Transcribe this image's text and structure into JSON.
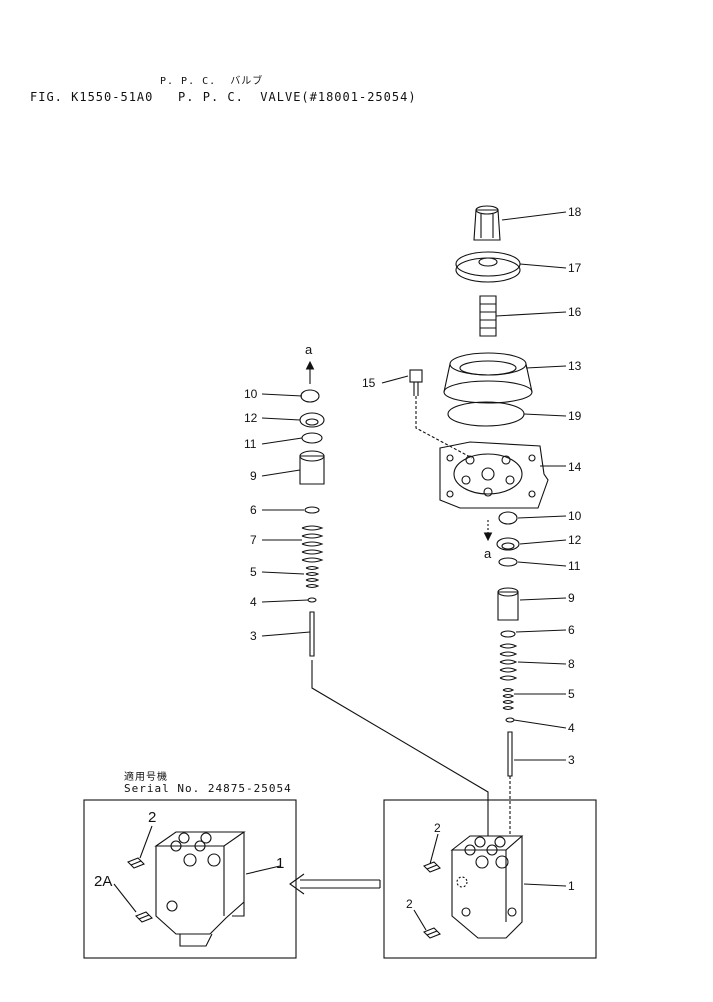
{
  "header": {
    "title_jp": "P. P. C.  バルブ",
    "figure_title": "FIG. K1550-51A0   P. P. C.  VALVE(#18001-25054)"
  },
  "serial_box": {
    "label_jp": "適用号機",
    "serial_text": "Serial No. 24875-25054"
  },
  "callouts": {
    "n1": "1",
    "n2": "2",
    "n2a": "2A",
    "n3": "3",
    "n4": "4",
    "n5": "5",
    "n6": "6",
    "n7": "7",
    "n8": "8",
    "n9": "9",
    "n10": "10",
    "n11": "11",
    "n12": "12",
    "n13": "13",
    "n14": "14",
    "n15": "15",
    "n16": "16",
    "n17": "17",
    "n18": "18",
    "n19": "19",
    "a": "a"
  }
}
